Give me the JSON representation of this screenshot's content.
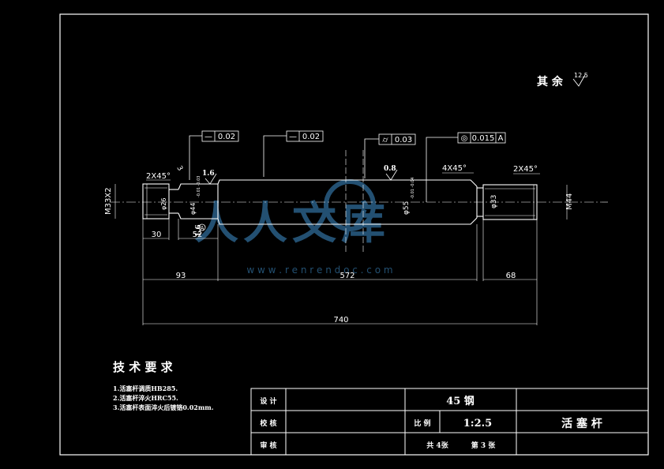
{
  "surface_finish_note": {
    "prefix": "其 余",
    "value": "12.5"
  },
  "tolerance_frames": [
    {
      "symbol": "—",
      "value": "0.02"
    },
    {
      "symbol": "—",
      "value": "0.02"
    },
    {
      "symbol": "⌭",
      "value": "0.03"
    },
    {
      "symbol": "◎",
      "value": "0.015",
      "datum": "A"
    }
  ],
  "roughness_marks": {
    "left": "1.6",
    "middle": "0.8",
    "neck": "1.6"
  },
  "chamfers": {
    "left": "2X45°",
    "right_shoulder": "4X45°",
    "right": "2X45°",
    "neck": "3"
  },
  "diameters": {
    "thread_left": "M33X2",
    "left_small": "φ26",
    "left_seat": "φ44",
    "left_seat_tol": "-0.01 -0.03",
    "main": "φ55",
    "main_tol": "-0.01 -0.04",
    "right_small": "φ33",
    "thread_right": "M44"
  },
  "datum_label": "A",
  "dimensions": {
    "thread_len": "30",
    "seat_len": "52",
    "left_total": "93",
    "middle": "572",
    "right": "68",
    "overall": "740"
  },
  "watermark": {
    "text": "人人文库",
    "url": "w w w . r e n r e n d o c . c o m"
  },
  "tech_requirements": {
    "title": "技 术 要 求",
    "items": [
      "1.活塞杆调质HB285.",
      "2.活塞杆淬火HRC55.",
      "3.活塞杆表面淬火后镀铬0.02mm."
    ]
  },
  "title_block": {
    "design": "设  计",
    "check": "校  核",
    "review": "审  核",
    "material": "45 钢",
    "scale_label": "比  例",
    "scale": "1:2.5",
    "part_name": "活 塞 杆",
    "sheet_total": "共 4张",
    "sheet_no": "第 3 张"
  }
}
